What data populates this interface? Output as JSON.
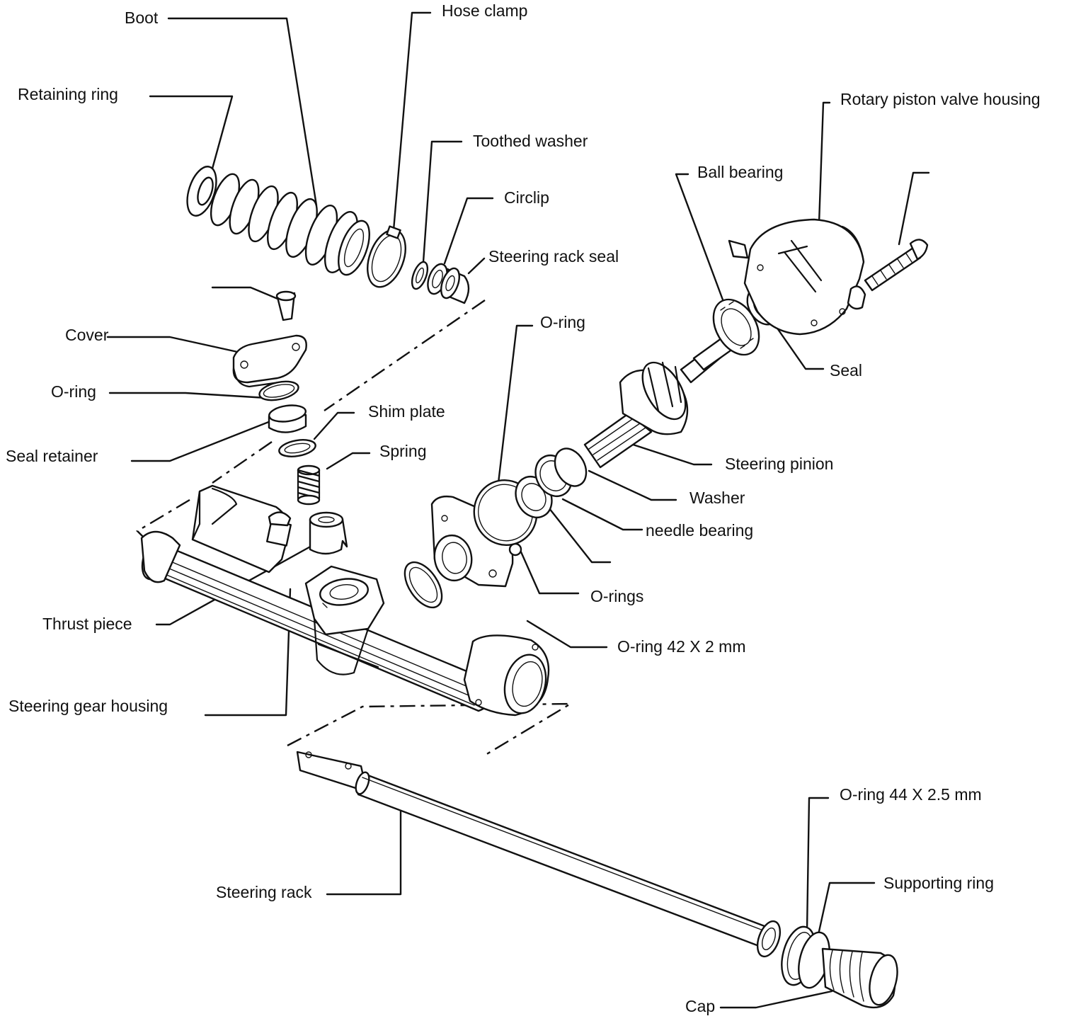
{
  "colors": {
    "ink": "#111111",
    "background": "#ffffff"
  },
  "labels": {
    "boot": "Boot",
    "hose_clamp": "Hose clamp",
    "retaining_ring": "Retaining ring",
    "toothed_washer": "Toothed washer",
    "circlip": "Circlip",
    "steering_rack_seal": "Steering rack seal",
    "rotary_piston_valve_housing": "Rotary piston valve housing",
    "ball_bearing": "Ball bearing",
    "cover": "Cover",
    "o_ring_cover": "O-ring",
    "o_ring_pinion": "O-ring",
    "seal": "Seal",
    "shim_plate": "Shim plate",
    "seal_retainer": "Seal retainer",
    "spring": "Spring",
    "steering_pinion": "Steering pinion",
    "washer": "Washer",
    "needle_bearing": "needle bearing",
    "o_rings": "O-rings",
    "thrust_piece": "Thrust piece",
    "o_ring_42": "O-ring 42 X 2 mm",
    "steering_gear_housing": "Steering gear housing",
    "o_ring_44": "O-ring 44 X 2.5 mm",
    "supporting_ring": "Supporting ring",
    "steering_rack": "Steering rack",
    "cap": "Cap"
  }
}
